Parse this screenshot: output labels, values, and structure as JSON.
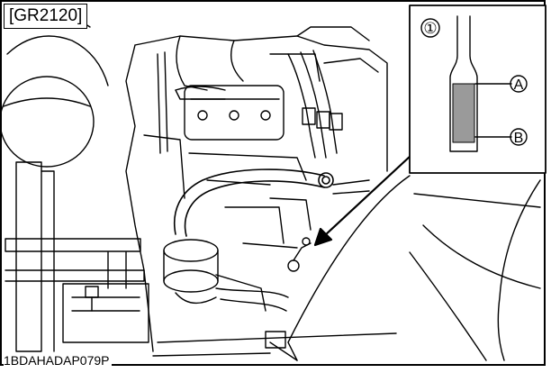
{
  "figure": {
    "tag": "[GR2120]",
    "code": "1BDAHADAP079P"
  },
  "inset": {
    "number": "①",
    "label_a": "A",
    "label_b": "B"
  },
  "colors": {
    "line": "#000000",
    "paper": "#ffffff",
    "gauge_fill": "#9a9a9a"
  }
}
